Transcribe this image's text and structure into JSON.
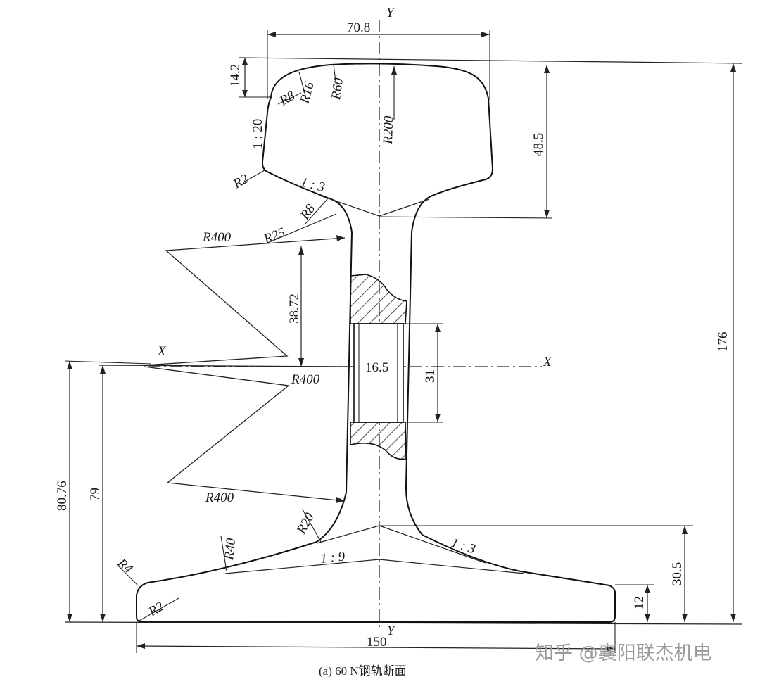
{
  "figure": {
    "caption": "(a) 60 N钢轨断面",
    "watermark": "知乎 @襄阳联杰机电",
    "axes": {
      "x": "X",
      "y": "Y"
    },
    "dimensions": {
      "head_width": "70.8",
      "head_top_drop": "14.2",
      "head_height": "48.5",
      "total_height": "176",
      "web_ref_height": "38.72",
      "hole_width": "16.5",
      "hole_height": "31",
      "neutral_axis_height": "80.76",
      "hole_center_height": "79",
      "foot_slope_height": "30.5",
      "foot_edge_height": "12",
      "foot_width": "150"
    },
    "radii": {
      "r8_head": "R8",
      "r16": "R16",
      "r60": "R60",
      "r200": "R200",
      "r2_head": "R2",
      "r8_fillet": "R8",
      "r25": "R25",
      "r400_upper": "R400",
      "r400_middle": "R400",
      "r400_lower": "R400",
      "r20": "R20",
      "r40": "R40",
      "r4": "R4",
      "r2_foot": "R2"
    },
    "slopes": {
      "side_taper": "1 : 20",
      "head_underside": "1 : 3",
      "foot_inner": "1 : 9",
      "foot_outer": "1 : 3"
    }
  }
}
